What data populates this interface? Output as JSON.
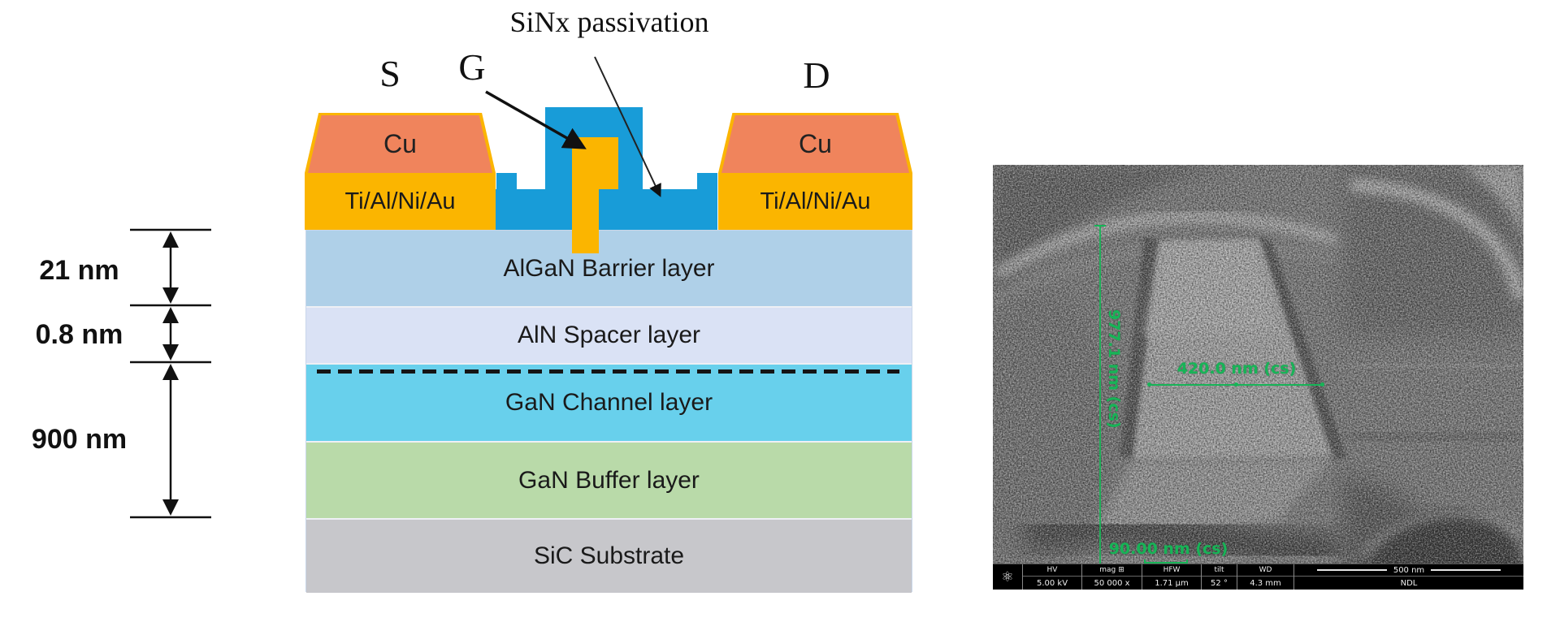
{
  "schematic": {
    "terminals": {
      "source": "S",
      "gate": "G",
      "drain": "D"
    },
    "passivation_label": "SiNx passivation",
    "contact_top_metal": "Cu",
    "contact_ohmic_metal": "Ti/Al/Ni/Au",
    "layers": [
      {
        "name": "AlGaN Barrier layer",
        "color": "#AFD0E8"
      },
      {
        "name": "AlN Spacer layer",
        "color": "#DAE2F5"
      },
      {
        "name": "GaN Channel layer",
        "color": "#68D0EC"
      },
      {
        "name": "GaN Buffer layer",
        "color": "#B9DAA9"
      },
      {
        "name": "SiC Substrate",
        "color": "#C7C7CB"
      }
    ],
    "dimensions": {
      "barrier": "21 nm",
      "spacer": "0.8 nm",
      "gan_total": "900 nm"
    },
    "colors": {
      "cu": "#F0845C",
      "ohmic_gold": "#FBB500",
      "sinx_blue": "#189CD8"
    }
  },
  "sem": {
    "annotation_color": "#17B457",
    "measurements": {
      "gate_height": "977.1 nm (cs)",
      "gate_top_width": "420.0 nm (cs)",
      "gate_foot": "90.00 nm (cs)"
    },
    "info_bar": {
      "logo_icon": "⚛",
      "mag_icon": "⊞",
      "columns": [
        {
          "label": "HV",
          "value": "5.00 kV"
        },
        {
          "label": "mag",
          "value": "50 000 x"
        },
        {
          "label": "HFW",
          "value": "1.71 μm"
        },
        {
          "label": "tilt",
          "value": "52 °"
        },
        {
          "label": "WD",
          "value": "4.3 mm"
        }
      ],
      "scale_bar_label": "500 nm",
      "credit": "NDL"
    }
  }
}
